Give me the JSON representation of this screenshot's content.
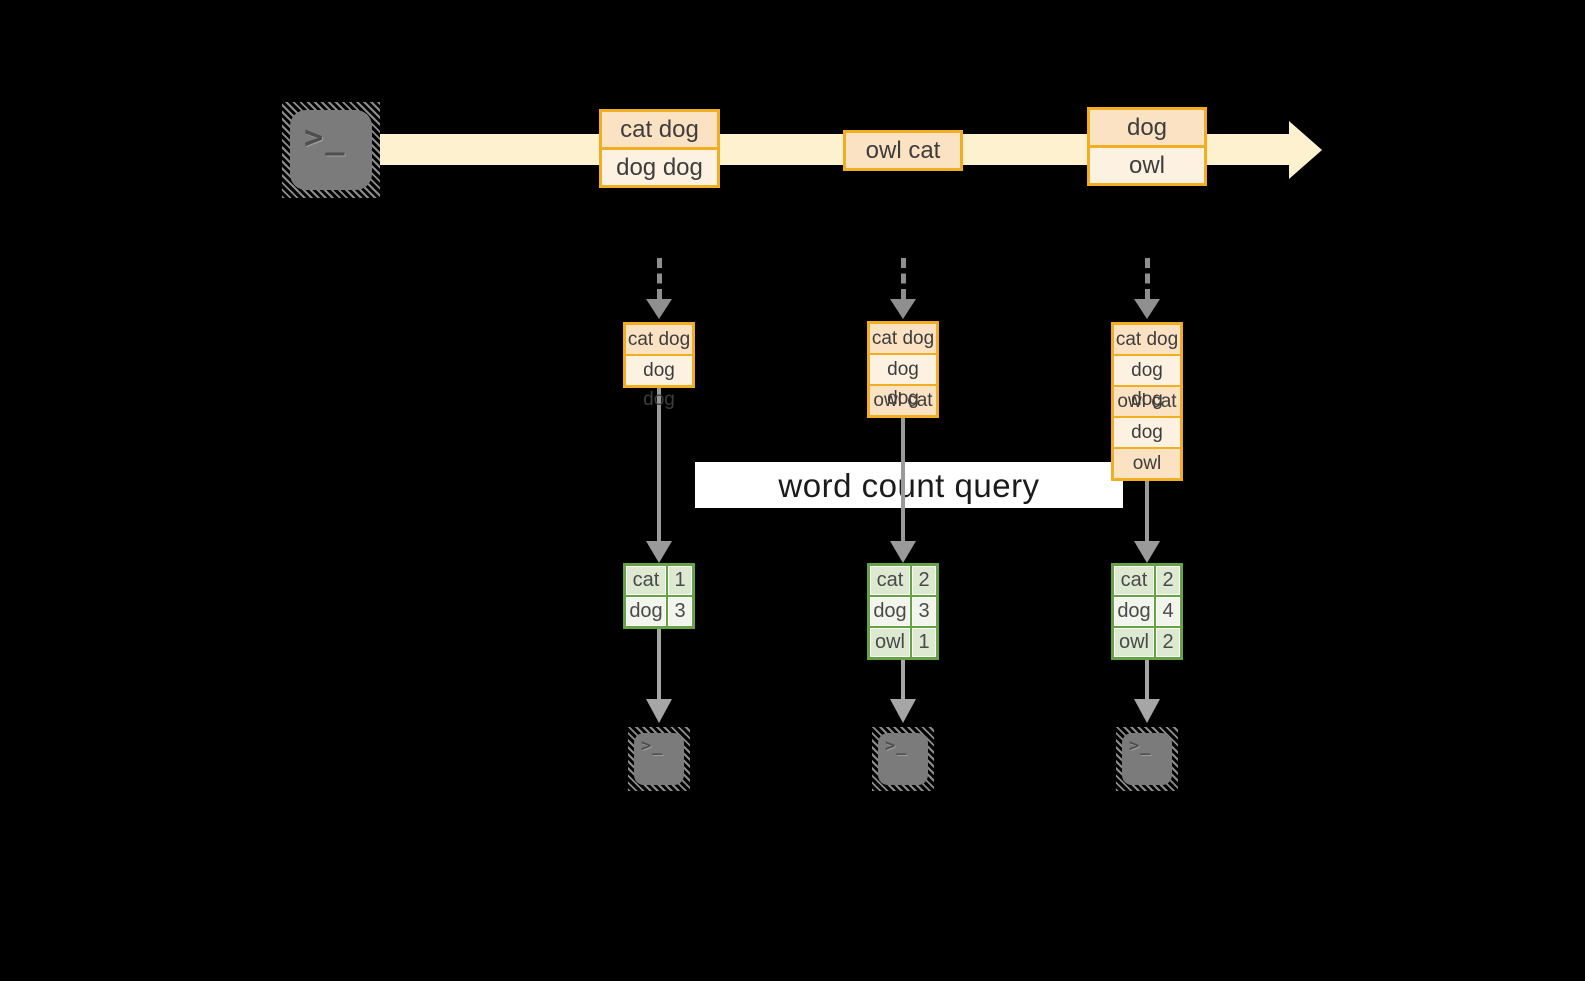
{
  "query": {
    "label": "word count query"
  },
  "source": {
    "icon": "terminal-icon",
    "prompt_glyph": ">_"
  },
  "stream_batches": [
    {
      "rows": [
        "cat dog",
        "dog dog"
      ]
    },
    {
      "rows": [
        "owl cat"
      ]
    },
    {
      "rows": [
        "dog",
        "owl"
      ]
    }
  ],
  "micro_batches": [
    {
      "rows": [
        "cat dog",
        "dog dog"
      ]
    },
    {
      "rows": [
        "cat dog",
        "dog dog",
        "owl cat"
      ]
    },
    {
      "rows": [
        "cat dog",
        "dog dog",
        "owl cat",
        "dog",
        "owl"
      ]
    }
  ],
  "count_tables": [
    {
      "rows": [
        [
          "cat",
          "1"
        ],
        [
          "dog",
          "3"
        ]
      ]
    },
    {
      "rows": [
        [
          "cat",
          "2"
        ],
        [
          "dog",
          "3"
        ],
        [
          "owl",
          "1"
        ]
      ]
    },
    {
      "rows": [
        [
          "cat",
          "2"
        ],
        [
          "dog",
          "4"
        ],
        [
          "owl",
          "2"
        ]
      ]
    }
  ],
  "sinks": [
    {
      "icon": "terminal-icon",
      "prompt_glyph": ">_"
    },
    {
      "icon": "terminal-icon",
      "prompt_glyph": ">_"
    },
    {
      "icon": "terminal-icon",
      "prompt_glyph": ">_"
    }
  ],
  "colors": {
    "background": "#000000",
    "stream_band": "#fdf1cf",
    "box_border": "#f1ae20",
    "box_fill_dark": "#fbe2c3",
    "box_fill_light": "#fdf2e1",
    "table_border": "#66a344",
    "table_fill_dark": "#dde9d1",
    "table_fill_light": "#f2f5ec",
    "arrow_gray": "#8f8f8f",
    "terminal_gray": "#7b7b7b",
    "query_band_bg": "#ffffff"
  }
}
